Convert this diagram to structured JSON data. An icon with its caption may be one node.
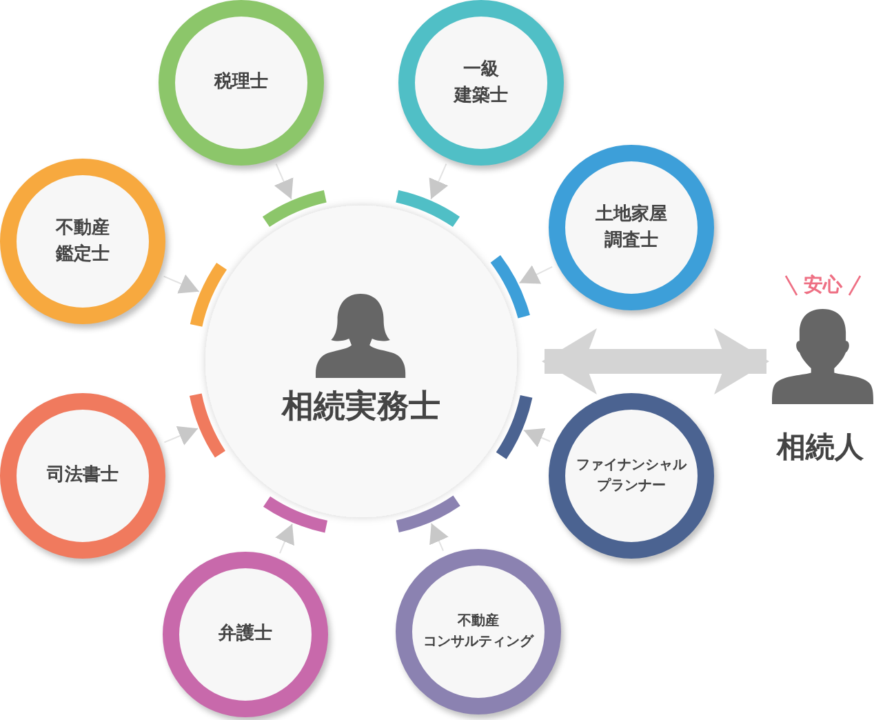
{
  "diagram": {
    "nodes": [
      {
        "text": [
          "相続実務士"
        ]
      },
      {
        "text": [
          "税理士"
        ]
      },
      {
        "text": [
          "一級建築士"
        ]
      },
      {
        "text": [
          "土地家屋調査士"
        ]
      },
      {
        "text": [
          "ファイナンシャルプランナー"
        ]
      },
      {
        "text": [
          "不動産コンサルティング"
        ]
      },
      {
        "text": [
          "弁護士"
        ]
      },
      {
        "text": [
          "司法書士"
        ]
      },
      {
        "text": [
          "不動産鑑定士"
        ]
      },
      {
        "text": [
          "相続人"
        ],
        "beside": [
          "安心"
        ]
      }
    ],
    "edges": [
      {
        "from": 1,
        "to": 0,
        "arrow": "to"
      },
      {
        "from": 2,
        "to": 0,
        "arrow": "to"
      },
      {
        "from": 3,
        "to": 0,
        "arrow": "to"
      },
      {
        "from": 4,
        "to": 0,
        "arrow": "to"
      },
      {
        "from": 5,
        "to": 0,
        "arrow": "to"
      },
      {
        "from": 6,
        "to": 0,
        "arrow": "to"
      },
      {
        "from": 7,
        "to": 0,
        "arrow": "to"
      },
      {
        "from": 8,
        "to": 0,
        "arrow": "to"
      },
      {
        "from": 0,
        "to": 9,
        "arrow": "both",
        "style": "thick"
      }
    ]
  }
}
